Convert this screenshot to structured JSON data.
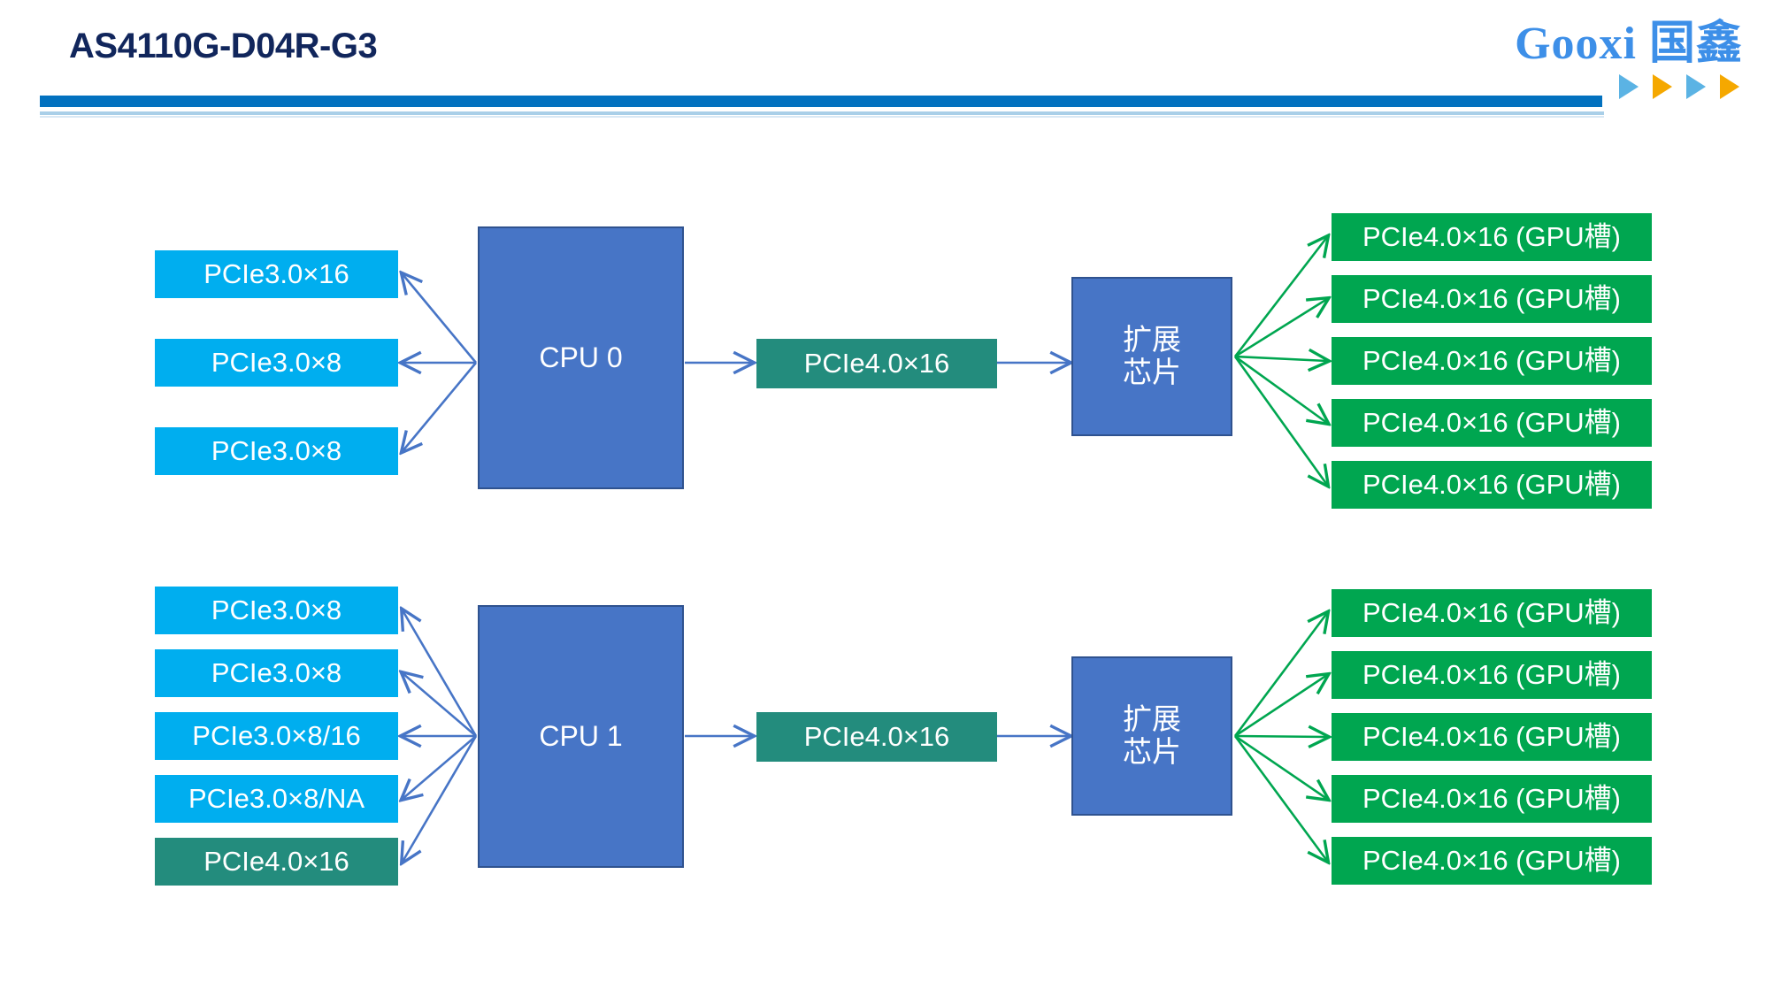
{
  "header": {
    "title": "AS4110G-D04R-G3",
    "bar_color": "#0271bf",
    "title_color": "#11265c"
  },
  "logo": {
    "text": "Gooxi 国鑫",
    "color": "#3d8fe8",
    "arrows": [
      {
        "name": "logo-arrow-1",
        "color": "#5bb3e4"
      },
      {
        "name": "logo-arrow-2",
        "color": "#f5a800"
      },
      {
        "name": "logo-arrow-3",
        "color": "#5bb3e4"
      },
      {
        "name": "logo-arrow-4",
        "color": "#f5a800"
      }
    ]
  },
  "colors": {
    "lane_blue": "#00AEEF",
    "lane_teal": "#238C7D",
    "gpu_green": "#00A650",
    "cpu_blue": "#4775C6",
    "cpu_border": "#2F528F",
    "arrow_blue": "#4775C6",
    "arrow_green": "#00A650"
  },
  "diagram": {
    "groups": [
      {
        "id": "cpu0",
        "cpu_label": "CPU 0",
        "left_slots": [
          {
            "label": "PCIe3.0×16",
            "style": "lane-blue"
          },
          {
            "label": "PCIe3.0×8",
            "style": "lane-blue"
          },
          {
            "label": "PCIe3.0×8",
            "style": "lane-blue"
          }
        ],
        "uplink_label": "PCIe4.0×16",
        "expander_label": "扩展\n芯片",
        "gpu_slots": [
          {
            "label": "PCIe4.0×16 (GPU槽)"
          },
          {
            "label": "PCIe4.0×16 (GPU槽)"
          },
          {
            "label": "PCIe4.0×16 (GPU槽)"
          },
          {
            "label": "PCIe4.0×16 (GPU槽)"
          },
          {
            "label": "PCIe4.0×16 (GPU槽)"
          }
        ]
      },
      {
        "id": "cpu1",
        "cpu_label": "CPU 1",
        "left_slots": [
          {
            "label": "PCIe3.0×8",
            "style": "lane-blue"
          },
          {
            "label": "PCIe3.0×8",
            "style": "lane-blue"
          },
          {
            "label": "PCIe3.0×8/16",
            "style": "lane-blue"
          },
          {
            "label": "PCIe3.0×8/NA",
            "style": "lane-blue"
          },
          {
            "label": "PCIe4.0×16",
            "style": "lane-teal"
          }
        ],
        "uplink_label": "PCIe4.0×16",
        "expander_label": "扩展\n芯片",
        "gpu_slots": [
          {
            "label": "PCIe4.0×16 (GPU槽)"
          },
          {
            "label": "PCIe4.0×16 (GPU槽)"
          },
          {
            "label": "PCIe4.0×16 (GPU槽)"
          },
          {
            "label": "PCIe4.0×16 (GPU槽)"
          },
          {
            "label": "PCIe4.0×16 (GPU槽)"
          }
        ]
      }
    ]
  }
}
